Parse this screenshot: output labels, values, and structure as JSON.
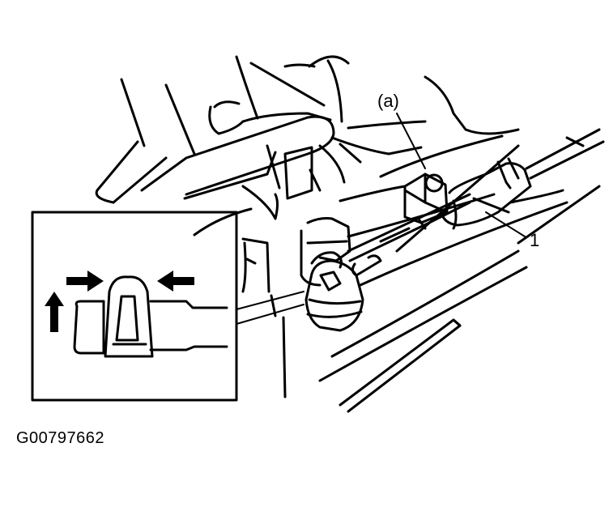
{
  "figure": {
    "callouts": {
      "fastener": "(a)",
      "part_number": "1"
    },
    "figure_code": "G00797662"
  }
}
